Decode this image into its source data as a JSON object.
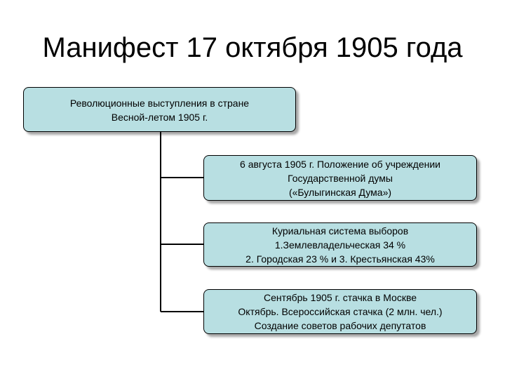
{
  "title": "Манифест 17 октября 1905 года",
  "main_box": {
    "lines": [
      "Революционные выступления в стране",
      "Весной-летом 1905 г."
    ]
  },
  "branches": [
    {
      "lines": [
        "6 августа 1905 г. Положение об учреждении",
        "Государственной думы",
        "(«Булыгинская Дума»)"
      ]
    },
    {
      "lines": [
        "Куриальная система выборов",
        "1.Землевладельческая 34 %",
        "2. Городская 23 % и 3. Крестьянская 43%"
      ]
    },
    {
      "lines": [
        "Сентябрь 1905 г. стачка в Москве",
        "Октябрь. Всероссийская стачка (2 млн. чел.)",
        "Создание советов рабочих депутатов"
      ]
    }
  ],
  "colors": {
    "box_fill": "#b8dfe2",
    "outline": "#000000"
  }
}
